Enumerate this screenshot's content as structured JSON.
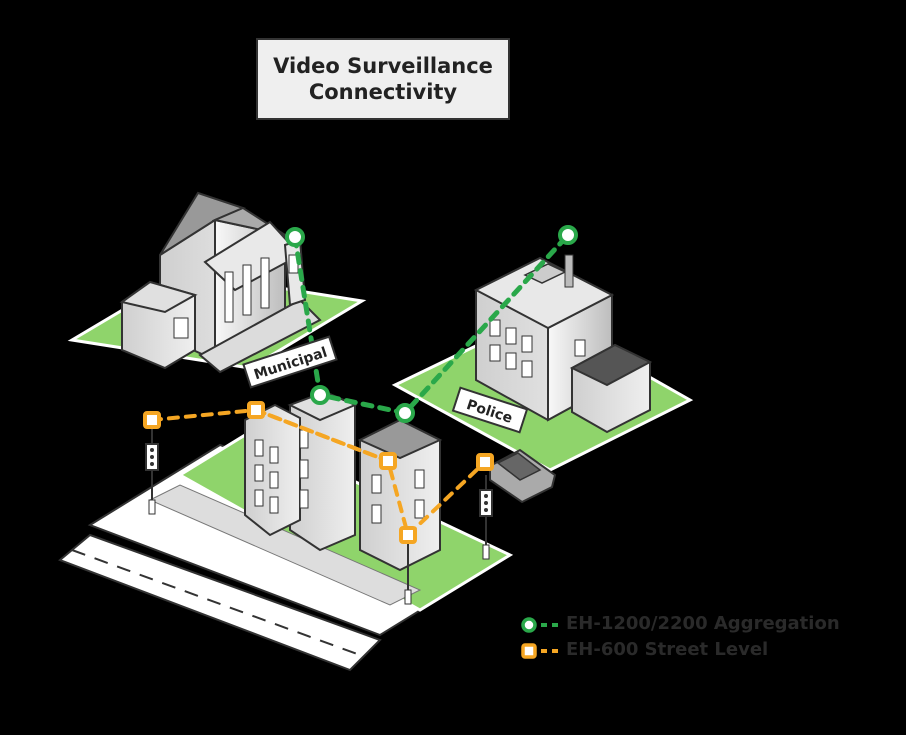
{
  "title": {
    "line1": "Video Surveillance",
    "line2": "Connectivity"
  },
  "labels": {
    "municipal": "Municipal",
    "police": "Police"
  },
  "legend": [
    {
      "label": "EH-1200/2200 Aggregation",
      "color": "#2aa84a",
      "icon": "green-circle-node-icon"
    },
    {
      "label": "EH-600 Street Level",
      "color": "#f5a623",
      "icon": "orange-square-node-icon"
    }
  ],
  "colors": {
    "aggregation": "#2aa84a",
    "street": "#f5a623",
    "lawn": "#8fd46b",
    "background": "#000000"
  }
}
